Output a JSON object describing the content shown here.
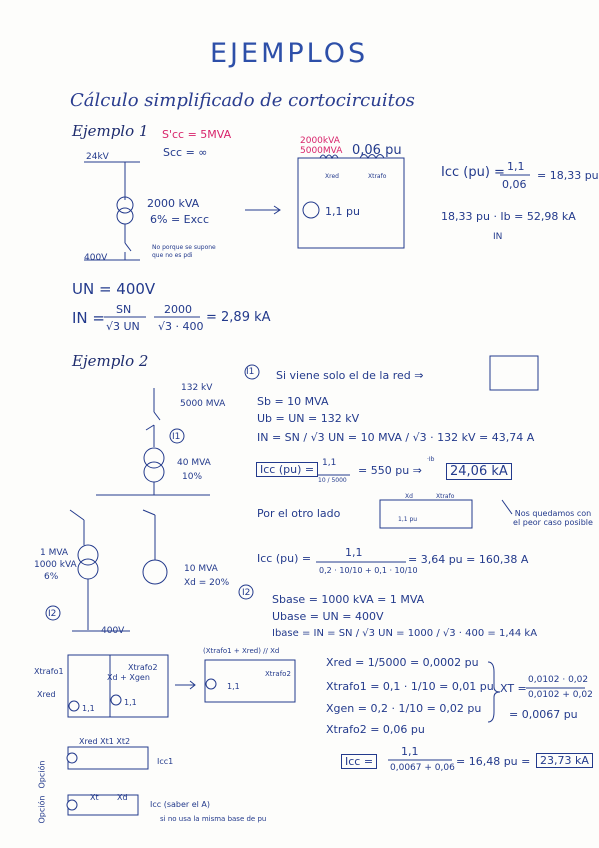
{
  "title": "Ejemplos",
  "section": "Cálculo simplificado de cortocircuitos",
  "ej1": {
    "heading": "Ejemplo 1",
    "s_cc_pink": "S'cc = 5MVA",
    "s_cc_inf": "Scc = ∞",
    "v_hi": "24kV",
    "transformer_rating": "2000 kVA",
    "ecc": "6% = Excc",
    "v_lo": "400V",
    "note_line1": "No porque se supone",
    "note_line2": "que no es pdi",
    "circuit_ratio_top": "2000kVA",
    "circuit_ratio_bot": "5000MVA",
    "circuit_reactance": "0,06 pu",
    "xred": "Xred",
    "xtrafo": "Xtrafo",
    "source_val": "1,1 pu",
    "icc_lhs": "Icc (pu) =",
    "icc_num": "1,1",
    "icc_den": "0,06",
    "icc_res": "= 18,33 pu",
    "icc_ka": "18,33 pu · Ib = 52,98 kA",
    "ib_sub": "IN",
    "un": "UN = 400V",
    "in_lhs": "IN =",
    "in_f1_num": "SN",
    "in_f1_den": "√3 UN",
    "in_f2_num": "2000",
    "in_f2_den": "√3 · 400",
    "in_res": "= 2,89 kA"
  },
  "ej2": {
    "heading": "Ejemplo 2",
    "v_top": "132 kV",
    "s_top": "5000 MVA",
    "i1_label": "I1",
    "t1_rating": "40 MVA",
    "t1_pct": "10%",
    "t2_rating1": "1 MVA",
    "t2_rating2": "1000 kVA",
    "t2_pct": "6%",
    "gen_rating": "10 MVA",
    "gen_xd": "Xd = 20%",
    "i2_label": "I2",
    "bus_v": "400V",
    "i1_text": "Si viene solo el de la red ⇒",
    "sb": "Sb = 10 MVA",
    "ub": "Ub = UN = 132 kV",
    "in_eq": "IN = SN / √3 UN = 10 MVA / √3 · 132 kV = 43,74 A",
    "icc1_lhs": "Icc (pu) =",
    "icc1_frac_num": "1,1",
    "icc1_frac_den": "10 / 5000",
    "icc1_res": "= 550 pu ⇒",
    "icc1_ib": "·Ib",
    "icc1_ka": "24,06 kA",
    "otro_lado": "Por el otro lado",
    "nos_quedamos": "Nos quedamos con el peor caso posible",
    "xd_small": "Xd",
    "xtrafo_small": "Xtrafo",
    "src_small": "1,1 pu",
    "icc2_lhs": "Icc (pu) =",
    "icc2_num": "1,1",
    "icc2_den": "0,2 · 10/10 + 0,1 · 10/10",
    "icc2_res": "= 3,64 pu = 160,38 A",
    "sbase": "Sbase = 1000 kVA = 1 MVA",
    "ubase": "Ubase = UN = 400V",
    "ibase": "Ibase = IN = SN / √3 UN = 1000 / √3 · 400 = 1,44 kA",
    "xred_eq": "Xred = 1/5000 = 0,0002 pu",
    "xtrafo1_eq": "Xtrafo1 = 0,1 · 1/10 = 0,01 pu",
    "xgen_eq": "Xgen = 0,2 · 1/10 = 0,02 pu",
    "xtrafo2_eq": "Xtrafo2 = 0,06 pu",
    "xt_lhs": "XT =",
    "xt_num": "0,0102 · 0,02",
    "xt_den": "0,0102 + 0,02",
    "xt_res": "= 0,0067 pu",
    "icc_final_lhs": "Icc =",
    "icc_final_num": "1,1",
    "icc_final_den": "0,0067 + 0,06",
    "icc_final_res": "= 16,48 pu =",
    "icc_final_ka": "23,73 kA",
    "sch_xtrafo1": "Xtrafo1",
    "sch_xred": "Xred",
    "sch_xtrafo2": "Xtrafo2",
    "sch_xdgen": "Xd + Xgen",
    "sch_src1": "1,1",
    "sch_src2": "1,1",
    "sch2_top": "(Xtrafo1 + Xred) // Xd",
    "sch2_xtrafo2": "Xtrafo2",
    "sch2_src": "1,1",
    "opt_label": "Opción",
    "opt1_labels": "Xred Xt1 Xt2",
    "opt1_icc": "Icc1",
    "opt2_xt": "Xt",
    "opt2_xd": "Xd",
    "opt2_icc": "Icc (saber el A)",
    "opt2_note": "si no usa la misma base de pu"
  }
}
